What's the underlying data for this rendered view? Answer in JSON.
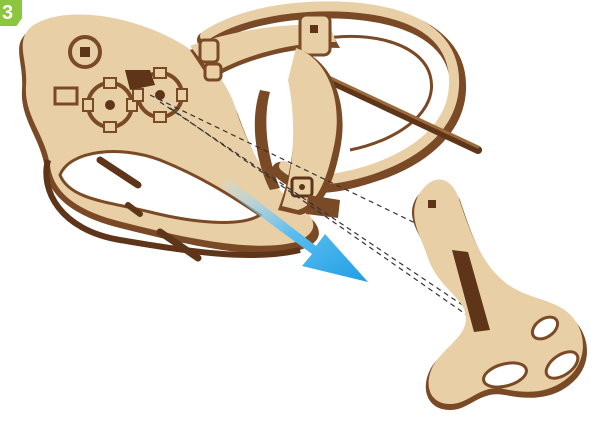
{
  "step": {
    "number": "3"
  },
  "colors": {
    "badge": "#8cc63f",
    "wood_face": "#e8cfa6",
    "wood_edge": "#7a4a26",
    "wood_shadow": "#5e3518",
    "arrow": "#2aa6e6",
    "guide_line": "#333333"
  },
  "illustration": {
    "subject": "wooden-crossbow-model-assembly",
    "arrow_direction": "down-right"
  }
}
